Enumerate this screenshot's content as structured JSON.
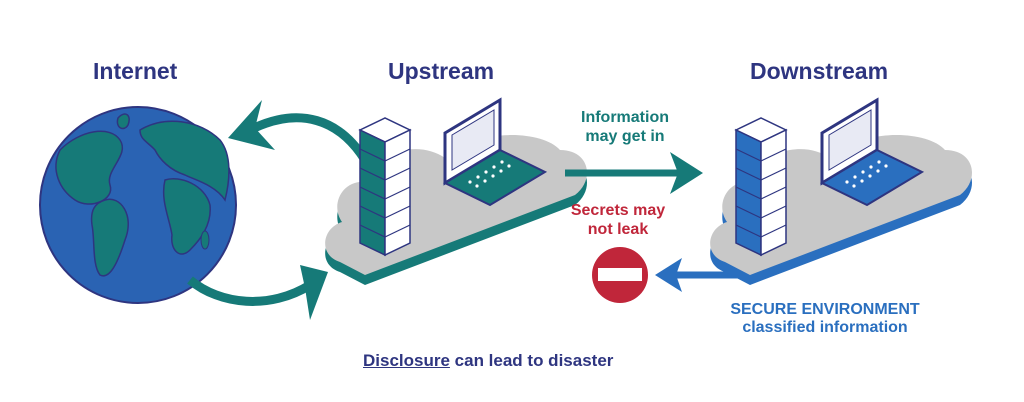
{
  "diagram": {
    "nodes": {
      "internet": {
        "label": "Internet"
      },
      "upstream": {
        "label": "Upstream"
      },
      "downstream": {
        "label": "Downstream"
      }
    },
    "flows": {
      "info_in": {
        "line1": "Information",
        "line2": "may get in"
      },
      "secrets": {
        "line1": "Secrets may",
        "line2": "not leak"
      }
    },
    "secure_env": {
      "line1": "SECURE ENVIRONMENT",
      "line2": "classified information"
    },
    "footer": {
      "link": "Disclosure",
      "rest": " can lead to disaster"
    },
    "colors": {
      "navy": "#2e3580",
      "teal": "#167a78",
      "globe_blue": "#2a63b3",
      "red": "#c0263a",
      "cloud_gray": "#c8c8c8",
      "downstream_blue": "#2a6fbf"
    }
  }
}
